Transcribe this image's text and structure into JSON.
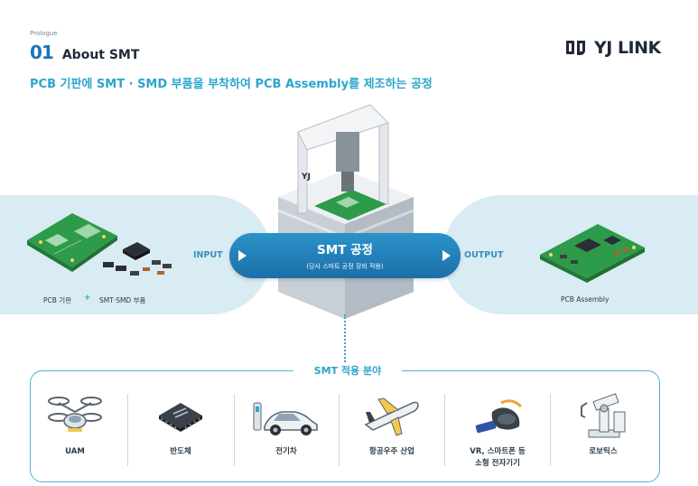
{
  "header": {
    "prologue": "Prologue",
    "section_number": "01",
    "section_title": "About SMT",
    "subtitle": "PCB 기판에 SMT · SMD 부품을 부착하여 PCB Assembly를 제조하는 공정"
  },
  "brand": {
    "logo_icon": "yj-logo-icon",
    "name": "YJ LINK"
  },
  "flow": {
    "input_label": "INPUT",
    "output_label": "OUTPUT",
    "input_caption_left": "PCB 기판",
    "plus": "+",
    "input_caption_right": "SMT·SMD 부품",
    "process_title": "SMT 공정",
    "process_subtitle": "(당사 스마트 공정 장비 적용)",
    "output_caption": "PCB Assembly",
    "machine_icon": "smt-machine-icon"
  },
  "applications": {
    "title": "SMT 적용 분야",
    "items": [
      {
        "label": "UAM",
        "icon": "drone-icon"
      },
      {
        "label": "반도체",
        "icon": "chip-icon"
      },
      {
        "label": "전기차",
        "icon": "electric-car-icon"
      },
      {
        "label": "항공우주 산업",
        "icon": "airplane-icon"
      },
      {
        "label": "VR, 스마트폰 등\n소형 전자기기",
        "icon": "vr-headset-icon"
      },
      {
        "label": "로보틱스",
        "icon": "robot-arm-icon"
      }
    ]
  },
  "colors": {
    "accent": "#2ba5cf",
    "brand_blue": "#1b75bb",
    "band": "#d9ebf3",
    "pcb_green": "#2e9b4a"
  }
}
